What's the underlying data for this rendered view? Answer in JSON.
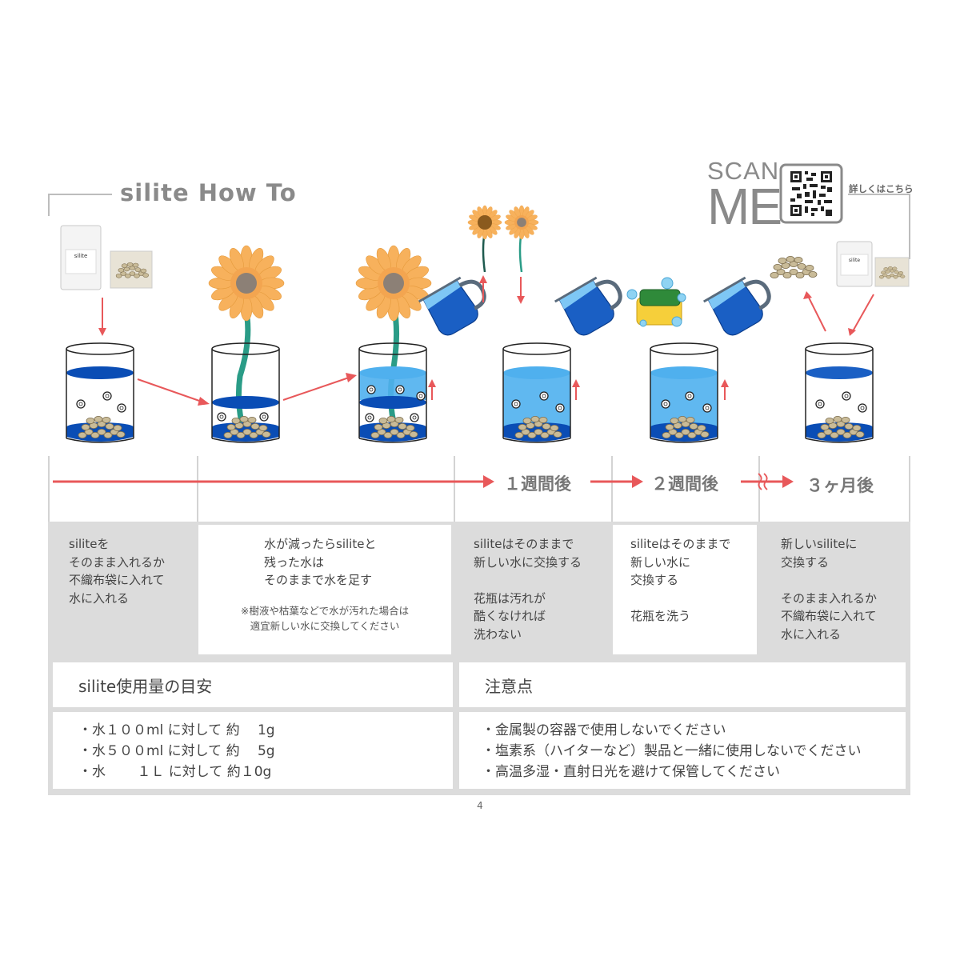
{
  "header": {
    "title": "silite How To",
    "scan": "SCAN",
    "me": "ME",
    "qr_note": "詳しくはこちら"
  },
  "timeline": {
    "week1": "１週間後",
    "week2": "２週間後",
    "month3": "３ヶ月後"
  },
  "steps": [
    {
      "text": "siliteを\nそのまま入れるか\n不織布袋に入れて\n水に入れる"
    },
    {
      "text": "水が減ったらsiliteと\n残った水は\nそのままで水を足す",
      "note": "※樹液や枯葉などで水が汚れた場合は\n適宜新しい水に交換してください"
    },
    {
      "text": "siliteはそのままで\n新しい水に交換する\n\n花瓶は汚れが\n酷くなければ\n洗わない"
    },
    {
      "text": "siliteはそのままで\n新しい水に\n交換する\n\n花瓶を洗う"
    },
    {
      "text": "新しいsiliteに\n交換する\n\nそのまま入れるか\n不織布袋に入れて\n水に入れる"
    }
  ],
  "usage": {
    "heading": "silite使用量の目安",
    "lines": "・水１００ml に対して 約　 1g\n・水５００ml に対して 約　 5g\n・水　　 １Ｌ に対して 約１0g"
  },
  "cautions": {
    "heading": "注意点",
    "lines": "・金属製の容器で使用しないでください\n・塩素系（ハイターなど）製品と一緒に使用しないでください\n・高温多湿・直射日光を避けて保管してください"
  },
  "package_label": "silite",
  "page_number": "4",
  "colors": {
    "arrow": "#e8585a",
    "water_dark": "#0a4db5",
    "water_light": "#4fb0ee",
    "petal": "#f7b15c",
    "stem": "#2a9c87",
    "gray_text": "#8a8a8a"
  }
}
